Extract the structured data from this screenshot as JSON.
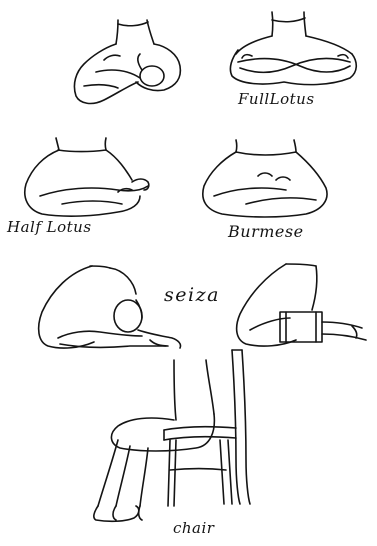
{
  "figure": {
    "postures": [
      {
        "id": "full-lotus-side",
        "label": ""
      },
      {
        "id": "full-lotus",
        "label": "FullLotus"
      },
      {
        "id": "half-lotus",
        "label": "Half Lotus"
      },
      {
        "id": "burmese",
        "label": "Burmese"
      },
      {
        "id": "seiza",
        "label": "seiza"
      },
      {
        "id": "seiza-bench",
        "label": ""
      },
      {
        "id": "chair",
        "label": "chair"
      }
    ]
  }
}
